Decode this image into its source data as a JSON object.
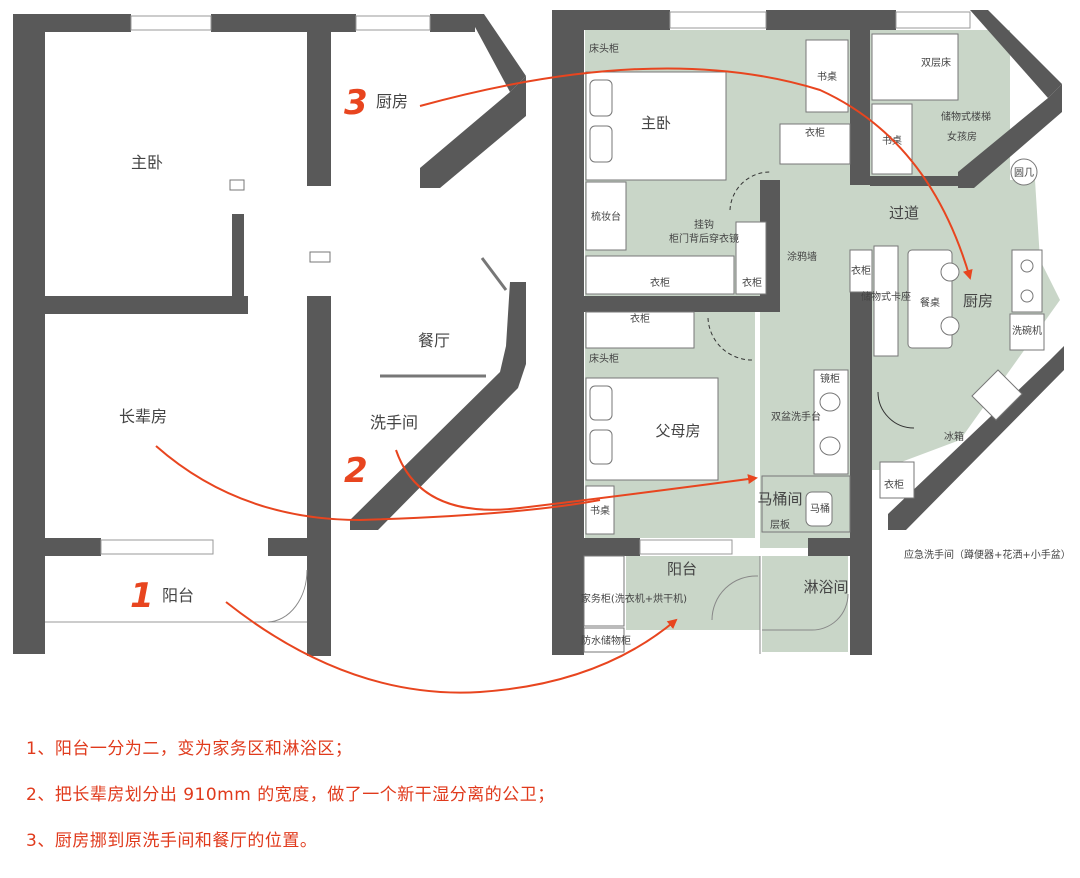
{
  "colors": {
    "wall": "#595959",
    "room_fill": "#c9d6c8",
    "accent": "#e8451f",
    "caption": "#e03a1c",
    "label": "#444444"
  },
  "before_plan": {
    "rooms": {
      "master": "主卧",
      "kitchen": "厨房",
      "dining": "餐厅",
      "elder_room": "长辈房",
      "washroom": "洗手间",
      "balcony": "阳台"
    },
    "markers": {
      "m1": "1",
      "m2": "2",
      "m3": "3"
    }
  },
  "after_plan": {
    "rooms": {
      "master": "主卧",
      "bunk_bed": "双层床",
      "storage_stair": "储物式楼梯",
      "girl_room": "女孩房",
      "round_table": "圆几",
      "corridor": "过道",
      "kitchen": "厨房",
      "dining_table": "餐桌",
      "storage_seat": "储物式卡座",
      "dishwasher": "洗碗机",
      "fridge": "冰箱",
      "parents_room": "父母房",
      "double_basin": "双盆洗手台",
      "mirror_cabinet": "镜柜",
      "toilet_room": "马桶间",
      "toilet": "马桶",
      "shelf": "层板",
      "shower": "淋浴间",
      "balcony": "阳台",
      "housework_cabinet": "家务柜(洗衣机+烘干机)",
      "waterproof_cabinet": "防水储物柜",
      "bedside_cabinet_1": "床头柜",
      "bedside_cabinet_2": "床头柜",
      "desk_1": "书桌",
      "desk_2": "书桌",
      "desk_3": "书桌",
      "dresser": "梳妆台",
      "hook": "挂钩",
      "door_back": "柜门背后穿衣镜",
      "wardrobe_1": "衣柜",
      "wardrobe_2": "衣柜",
      "wardrobe_3": "衣柜",
      "wardrobe_4": "衣柜",
      "wardrobe_5": "衣柜",
      "wardrobe_6": "衣柜",
      "paint_wall": "涂鸦墙",
      "emergency": "应急洗手间（蹲便器+花洒+小手盆）"
    }
  },
  "captions": {
    "line1": "1、阳台一分为二，变为家务区和淋浴区；",
    "line2": "2、把长辈房划分出 910mm 的宽度，做了一个新干湿分离的公卫；",
    "line3": "3、厨房挪到原洗手间和餐厅的位置。"
  }
}
